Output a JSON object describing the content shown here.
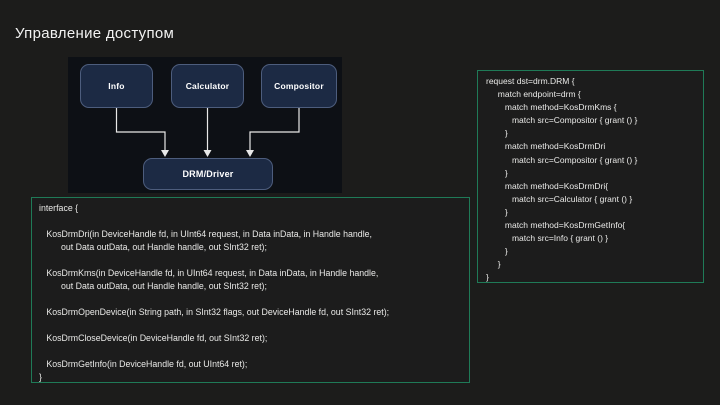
{
  "title": "Управление доступом",
  "colors": {
    "slide_bg": "#1c1c1b",
    "panel_bg": "#0d1015",
    "node_fill": "#1c2a44",
    "node_border": "#4d5d7d",
    "code_border": "#1f7a57",
    "code_text": "#e9e9e7",
    "arrow": "#e8e8e8",
    "title_text": "#f2f2f2"
  },
  "diagram": {
    "nodes": [
      {
        "label": "Info"
      },
      {
        "label": "Calculator"
      },
      {
        "label": "Compositor"
      },
      {
        "label": "DRM/Driver"
      }
    ]
  },
  "policy_code": {
    "lines": [
      "request dst=drm.DRM {",
      "     match endpoint=drm {",
      "        match method=KosDrmKms {",
      "           match src=Compositor { grant () }",
      "        }",
      "        match method=KosDrmDri",
      "           match src=Compositor { grant () }",
      "        }",
      "        match method=KosDrmDri{",
      "           match src=Calculator { grant () }",
      "        }",
      "        match method=KosDrmGetInfo{",
      "           match src=Info { grant () }",
      "        }",
      "     }",
      "}"
    ]
  },
  "interface_code": {
    "lines": [
      "interface {",
      "",
      "   KosDrmDri(in DeviceHandle fd, in UInt64 request, in Data inData, in Handle handle,",
      "         out Data outData, out Handle handle, out SInt32 ret);",
      "",
      "   KosDrmKms(in DeviceHandle fd, in UInt64 request, in Data inData, in Handle handle,",
      "         out Data outData, out Handle handle, out SInt32 ret);",
      "",
      "   KosDrmOpenDevice(in String path, in SInt32 flags, out DeviceHandle fd, out SInt32 ret);",
      "",
      "   KosDrmCloseDevice(in DeviceHandle fd, out SInt32 ret);",
      "",
      "   KosDrmGetInfo(in DeviceHandle fd, out UInt64 ret);",
      "}"
    ]
  }
}
